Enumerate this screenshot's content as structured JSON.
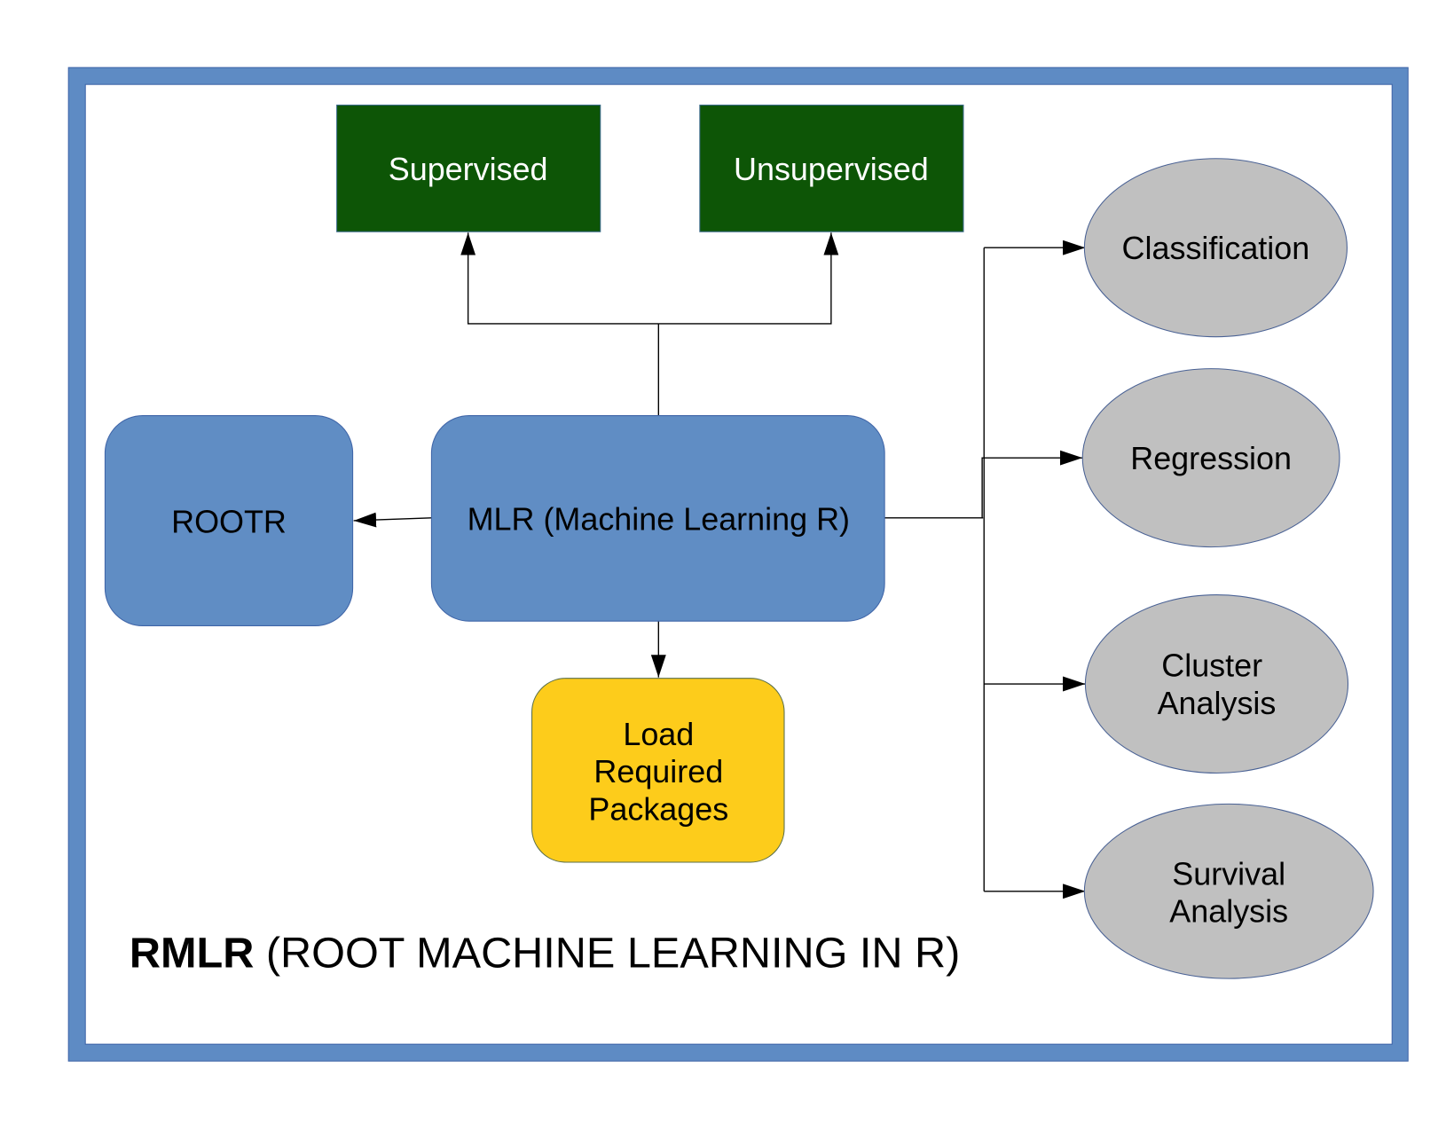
{
  "colors": {
    "frame": "#5e8bc4",
    "frame_edge": "#3f65a8",
    "green_box": "#0d5506",
    "blue_box": "#608dc4",
    "yellow_box": "#fdcc1b",
    "gray_ellipse": "#c0c0c0",
    "ellipse_edge": "#4a6295"
  },
  "nodes": {
    "supervised": {
      "label": "Supervised"
    },
    "unsupervised": {
      "label": "Unsupervised"
    },
    "rootr": {
      "label": "ROOTR"
    },
    "mlr": {
      "label": "MLR (Machine Learning R)"
    },
    "load_packages": {
      "lines": [
        "Load",
        "Required",
        "Packages"
      ]
    },
    "classification": {
      "label": "Classification"
    },
    "regression": {
      "label": "Regression"
    },
    "cluster_analysis": {
      "lines": [
        "Cluster",
        "Analysis"
      ]
    },
    "survival_analysis": {
      "lines": [
        "Survival",
        "Analysis"
      ]
    }
  },
  "edges": [
    {
      "from": "mlr",
      "to": "supervised"
    },
    {
      "from": "mlr",
      "to": "unsupervised"
    },
    {
      "from": "mlr",
      "to": "rootr"
    },
    {
      "from": "mlr",
      "to": "load_packages"
    },
    {
      "from": "mlr",
      "to": "classification"
    },
    {
      "from": "mlr",
      "to": "regression"
    },
    {
      "from": "mlr",
      "to": "cluster_analysis"
    },
    {
      "from": "mlr",
      "to": "survival_analysis"
    }
  ],
  "caption": {
    "bold": "RMLR",
    "rest": " (ROOT MACHINE LEARNING IN R)"
  }
}
